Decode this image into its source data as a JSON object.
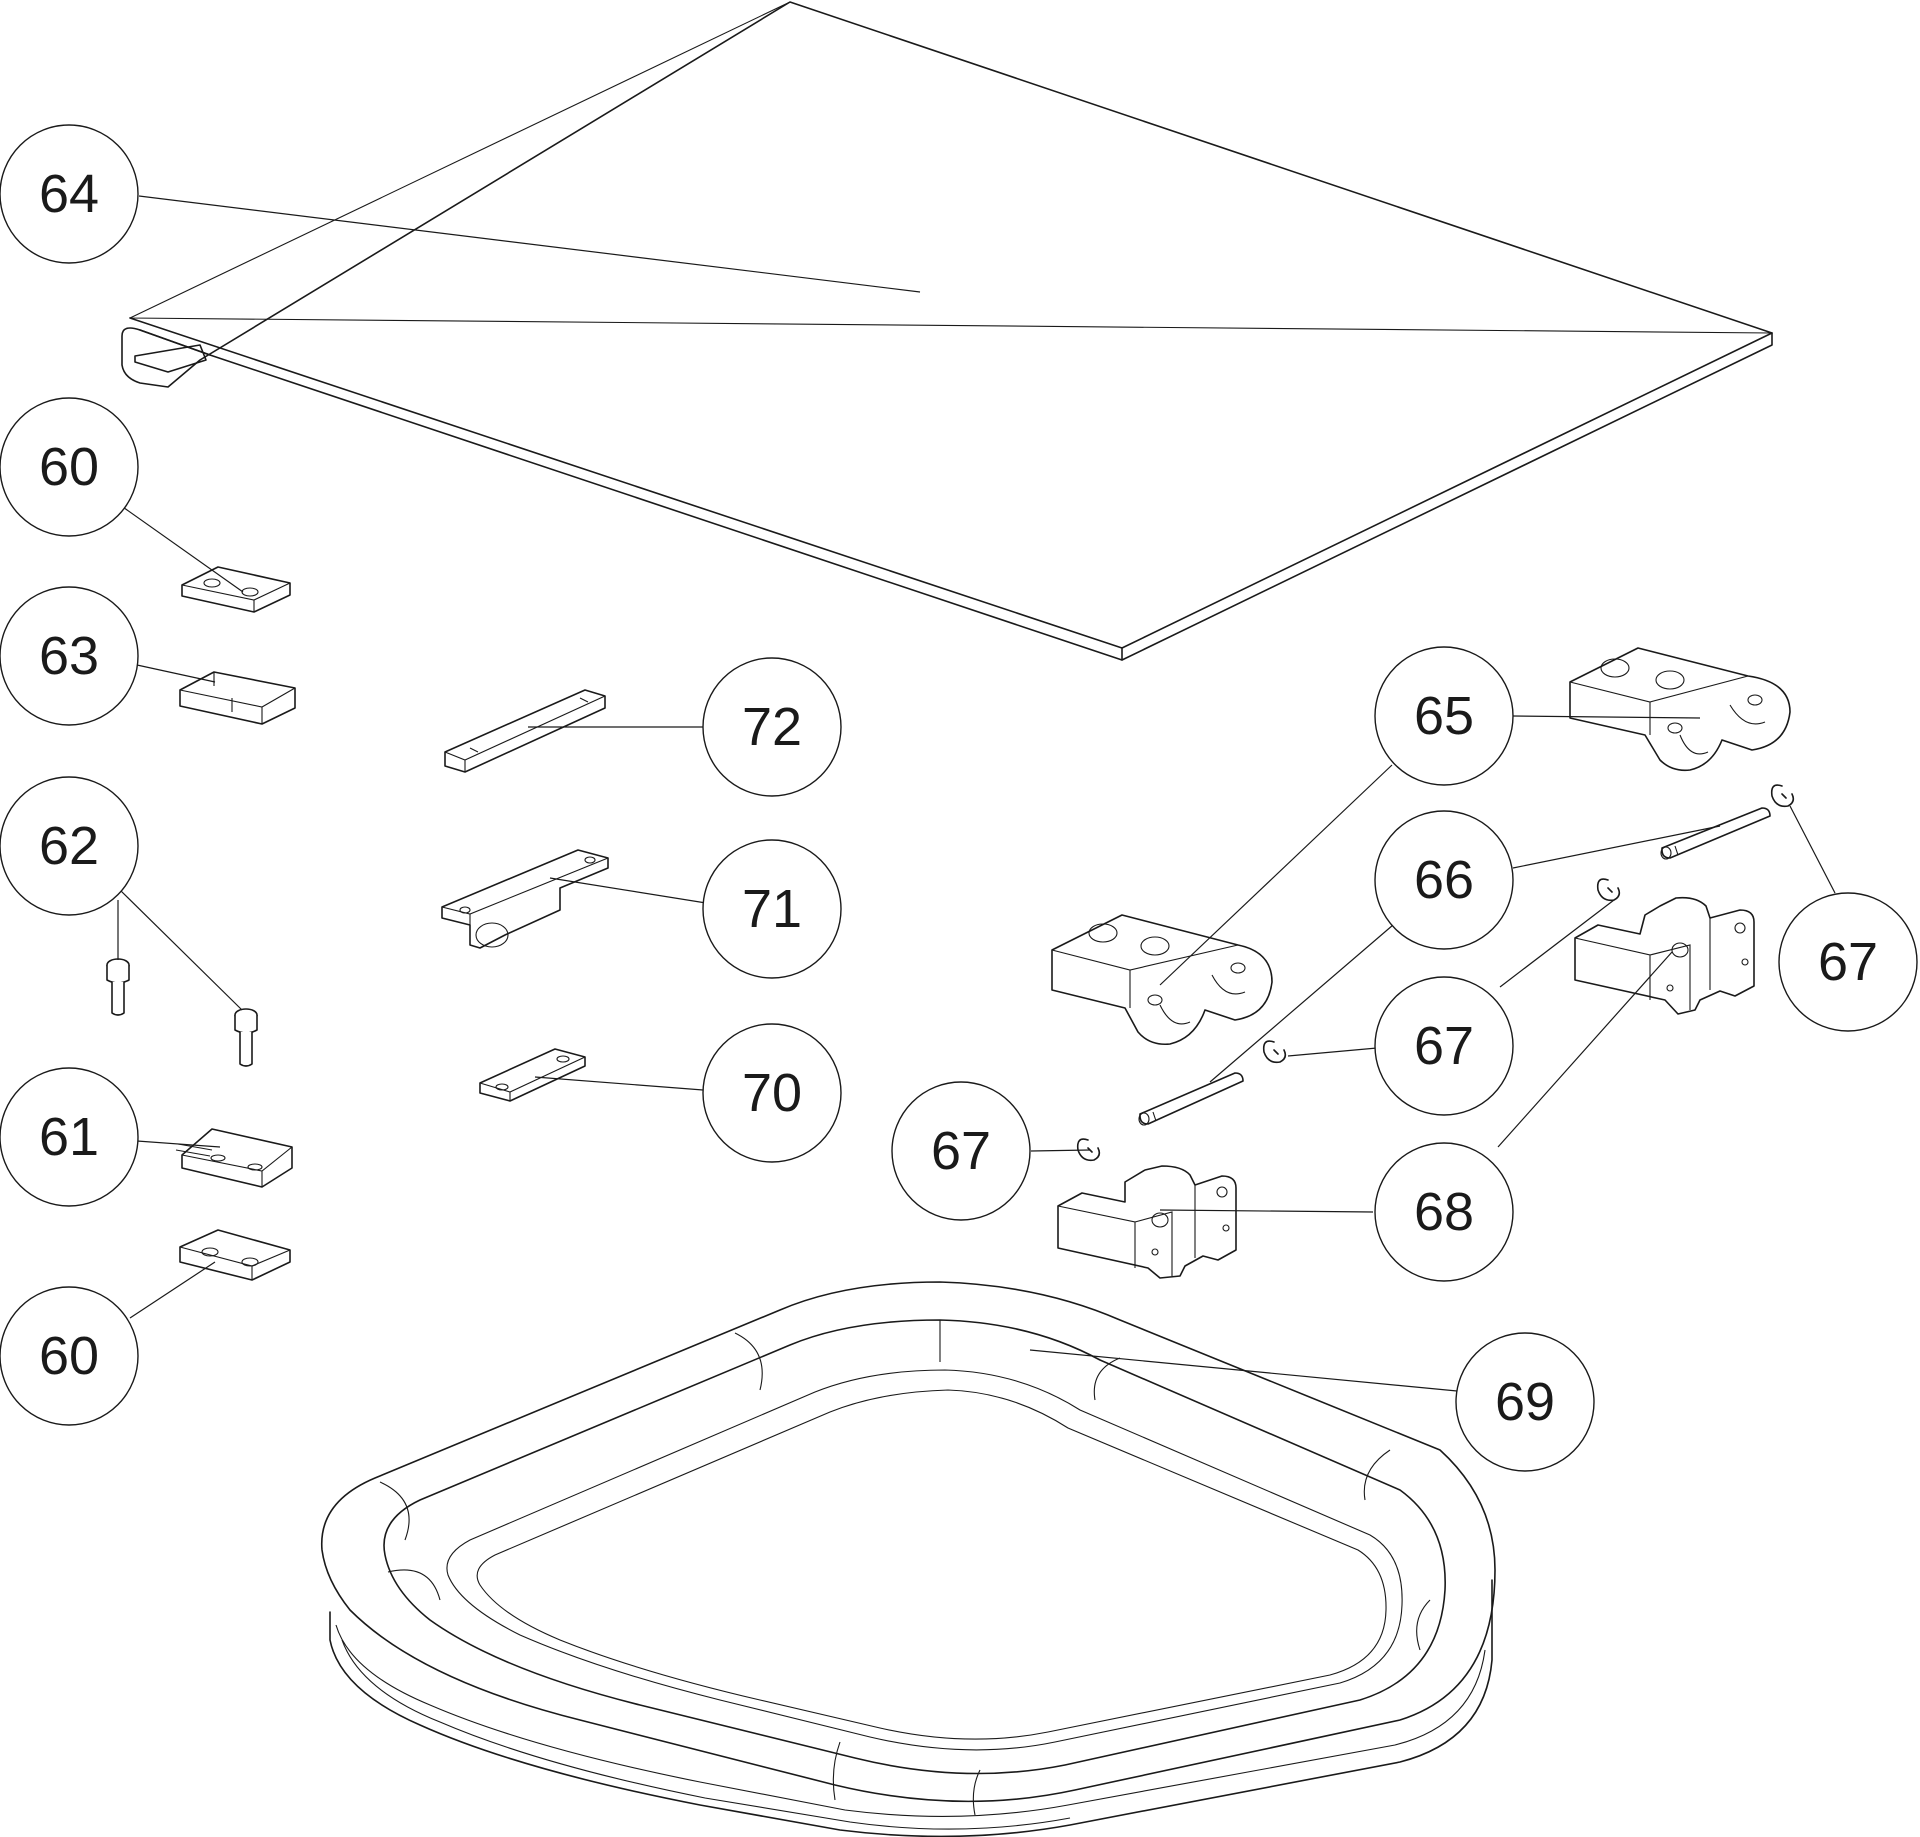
{
  "callouts": {
    "c64": "64",
    "c60a": "60",
    "c63": "63",
    "c62": "62",
    "c61": "61",
    "c60b": "60",
    "c72": "72",
    "c71": "71",
    "c70": "70",
    "c65": "65",
    "c66": "66",
    "c67a": "67",
    "c67b": "67",
    "c67c": "67",
    "c68": "68",
    "c69": "69"
  },
  "colors": {
    "line": "#1a1a1a",
    "background": "#ffffff"
  }
}
